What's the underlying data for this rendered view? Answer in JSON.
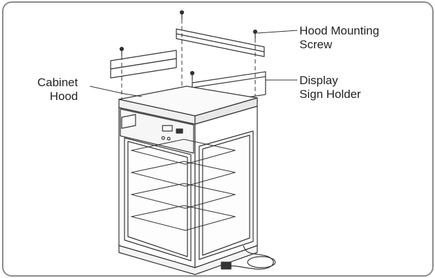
{
  "labels": {
    "hood_mounting_screw": [
      "Hood Mounting",
      "Screw"
    ],
    "display_sign_holder": [
      "Display",
      "Sign Holder"
    ],
    "cabinet_hood": [
      "Cabinet",
      "Hood"
    ]
  },
  "colors": {
    "line": "#333333",
    "frame": "#8a8a8a",
    "background": "#ffffff"
  }
}
